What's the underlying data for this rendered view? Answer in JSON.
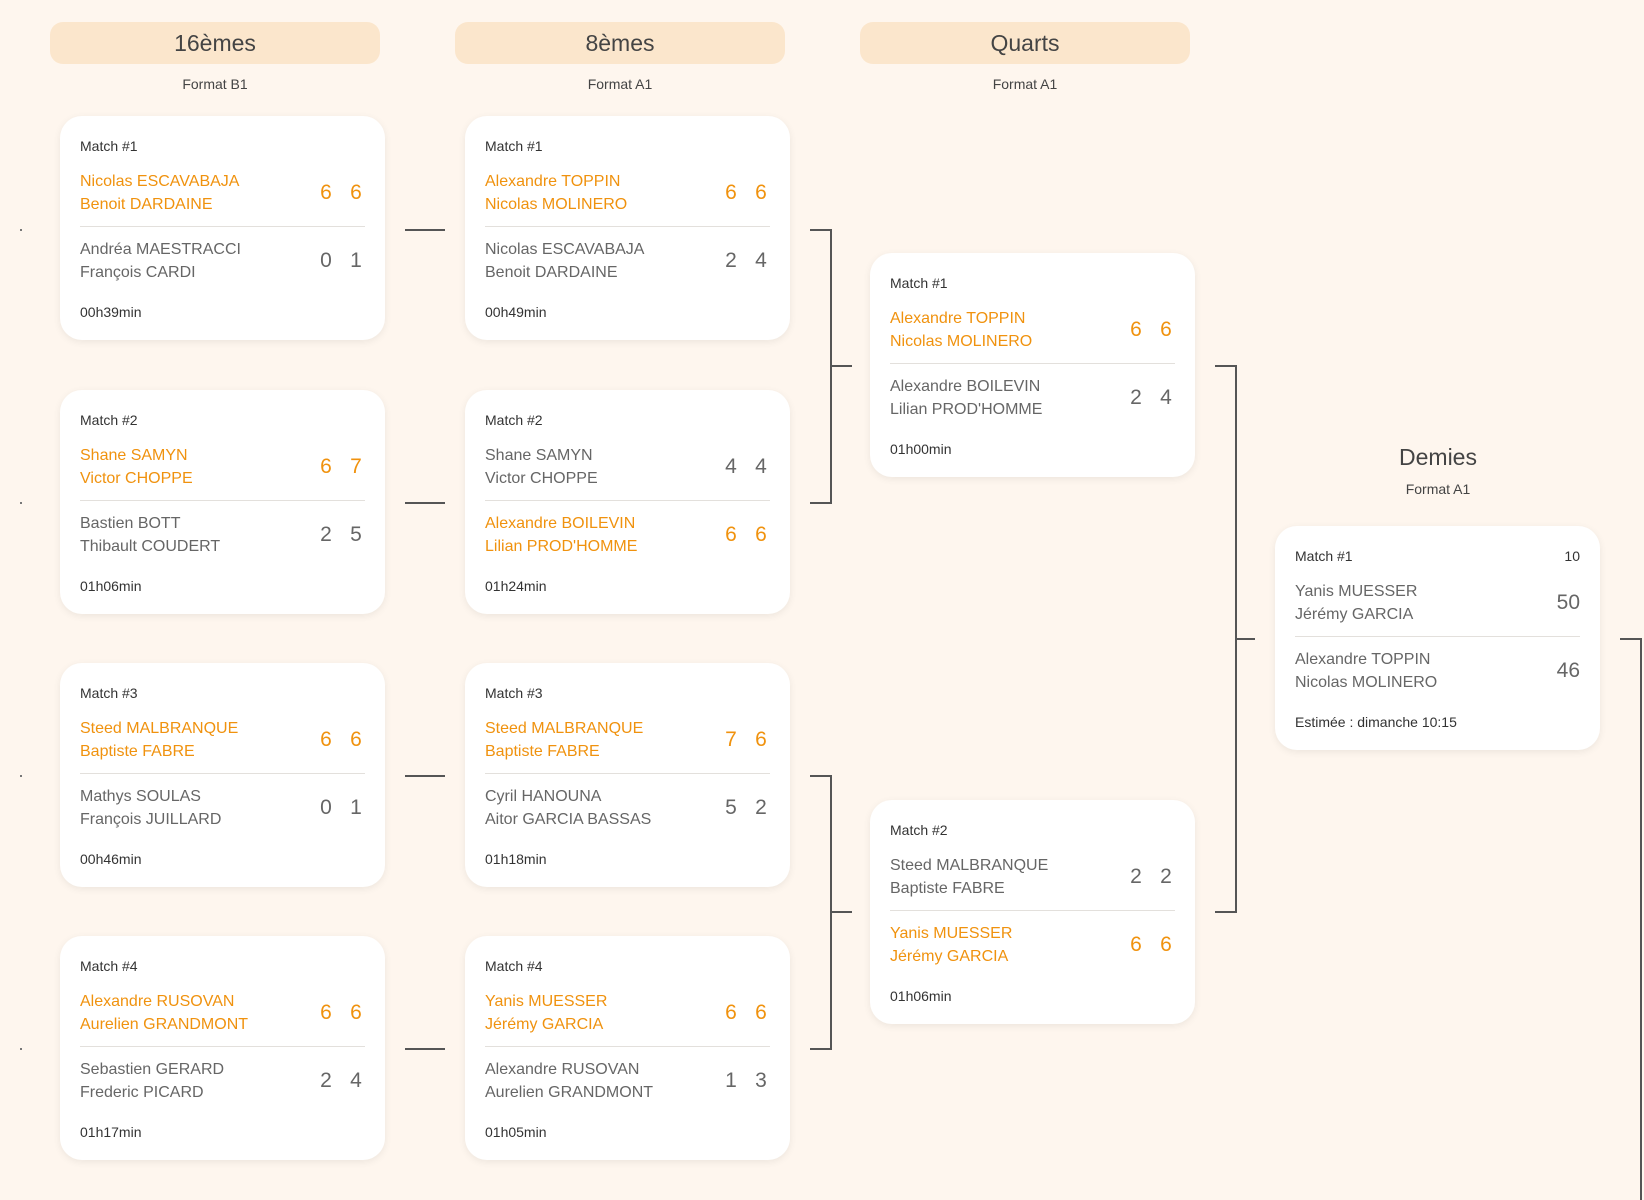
{
  "rounds": [
    {
      "title": "16èmes",
      "format": "Format B1"
    },
    {
      "title": "8èmes",
      "format": "Format A1"
    },
    {
      "title": "Quarts",
      "format": "Format A1"
    },
    {
      "title": "Demies",
      "format": "Format A1"
    }
  ],
  "r16": [
    {
      "label": "Match #1",
      "top": {
        "names": [
          "Nicolas ESCAVABAJA",
          "Benoit DARDAINE"
        ],
        "scores": [
          "6",
          "6"
        ]
      },
      "bot": {
        "names": [
          "Andréa MAESTRACCI",
          "François CARDI"
        ],
        "scores": [
          "0",
          "1"
        ]
      },
      "duration": "00h39min"
    },
    {
      "label": "Match #2",
      "top": {
        "names": [
          "Shane SAMYN",
          "Victor CHOPPE"
        ],
        "scores": [
          "6",
          "7"
        ]
      },
      "bot": {
        "names": [
          "Bastien BOTT",
          "Thibault COUDERT"
        ],
        "scores": [
          "2",
          "5"
        ]
      },
      "duration": "01h06min"
    },
    {
      "label": "Match #3",
      "top": {
        "names": [
          "Steed MALBRANQUE",
          "Baptiste FABRE"
        ],
        "scores": [
          "6",
          "6"
        ]
      },
      "bot": {
        "names": [
          "Mathys SOULAS",
          "François JUILLARD"
        ],
        "scores": [
          "0",
          "1"
        ]
      },
      "duration": "00h46min"
    },
    {
      "label": "Match #4",
      "top": {
        "names": [
          "Alexandre RUSOVAN",
          "Aurelien GRANDMONT"
        ],
        "scores": [
          "6",
          "6"
        ]
      },
      "bot": {
        "names": [
          "Sebastien GERARD",
          "Frederic PICARD"
        ],
        "scores": [
          "2",
          "4"
        ]
      },
      "duration": "01h17min"
    }
  ],
  "r8": [
    {
      "label": "Match #1",
      "top": {
        "names": [
          "Alexandre TOPPIN",
          "Nicolas MOLINERO"
        ],
        "scores": [
          "6",
          "6"
        ]
      },
      "bot": {
        "names": [
          "Nicolas ESCAVABAJA",
          "Benoit DARDAINE"
        ],
        "scores": [
          "2",
          "4"
        ]
      },
      "duration": "00h49min"
    },
    {
      "label": "Match #2",
      "top": {
        "names": [
          "Shane SAMYN",
          "Victor CHOPPE"
        ],
        "scores": [
          "4",
          "4"
        ]
      },
      "bot": {
        "names": [
          "Alexandre BOILEVIN",
          "Lilian PROD'HOMME"
        ],
        "scores": [
          "6",
          "6"
        ]
      },
      "duration": "01h24min"
    },
    {
      "label": "Match #3",
      "top": {
        "names": [
          "Steed MALBRANQUE",
          "Baptiste FABRE"
        ],
        "scores": [
          "7",
          "6"
        ]
      },
      "bot": {
        "names": [
          "Cyril HANOUNA",
          "Aitor GARCIA BASSAS"
        ],
        "scores": [
          "5",
          "2"
        ]
      },
      "duration": "01h18min"
    },
    {
      "label": "Match #4",
      "top": {
        "names": [
          "Yanis MUESSER",
          "Jérémy GARCIA"
        ],
        "scores": [
          "6",
          "6"
        ]
      },
      "bot": {
        "names": [
          "Alexandre RUSOVAN",
          "Aurelien GRANDMONT"
        ],
        "scores": [
          "1",
          "3"
        ]
      },
      "duration": "01h05min"
    }
  ],
  "qf": [
    {
      "label": "Match #1",
      "top": {
        "names": [
          "Alexandre TOPPIN",
          "Nicolas MOLINERO"
        ],
        "scores": [
          "6",
          "6"
        ]
      },
      "bot": {
        "names": [
          "Alexandre BOILEVIN",
          "Lilian PROD'HOMME"
        ],
        "scores": [
          "2",
          "4"
        ]
      },
      "duration": "01h00min"
    },
    {
      "label": "Match #2",
      "top": {
        "names": [
          "Steed MALBRANQUE",
          "Baptiste FABRE"
        ],
        "scores": [
          "2",
          "2"
        ]
      },
      "bot": {
        "names": [
          "Yanis MUESSER",
          "Jérémy GARCIA"
        ],
        "scores": [
          "6",
          "6"
        ]
      },
      "duration": "01h06min"
    }
  ],
  "sf": {
    "label": "Match #1",
    "extra": "10",
    "top": {
      "names": [
        "Yanis MUESSER",
        "Jérémy GARCIA"
      ],
      "score": "50"
    },
    "bot": {
      "names": [
        "Alexandre TOPPIN",
        "Nicolas MOLINERO"
      ],
      "score": "46"
    },
    "estimate": "Estimée : dimanche 10:15"
  },
  "colors": {
    "winner": "#f0920e",
    "background": "#fef6ee",
    "header": "#fbe6cc"
  }
}
